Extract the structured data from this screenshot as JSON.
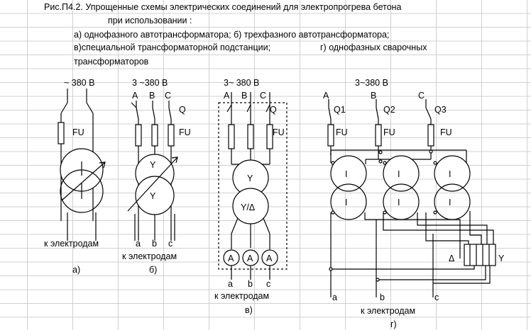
{
  "caption": {
    "line1": "Рис.П4.2. Упрощенные схемы электрических соединений для электропрогрева бетона",
    "line2": "при использовании :",
    "line3": "а) однофазного автотрансформатора;  б) трехфазного автотрансформатора;",
    "line4a": "в)специальной трансформаторной подстанции;",
    "line4b": "г) однофазных сварочных",
    "line5": "трансформаторов"
  },
  "diagrams": {
    "a": {
      "voltage": "~ 380 В",
      "fuse": "FU",
      "electrodes": "к электродам",
      "caption": "а)"
    },
    "b": {
      "voltage": "3 ~380 В",
      "phases": [
        "А",
        "В",
        "С"
      ],
      "switch": "Q",
      "fuse": "FU",
      "winding_top": "Y",
      "winding_bottom": "Y",
      "outputs": [
        "а",
        "b",
        "c"
      ],
      "electrodes": "к электродам",
      "caption": "б)"
    },
    "c": {
      "voltage": "3~ 380 В",
      "phases": [
        "А",
        "В",
        "С"
      ],
      "switch": "Q",
      "fuse": "FU",
      "winding_top": "Y",
      "winding_bottom": "Y/Δ",
      "ammeter": "А",
      "outputs": [
        "а",
        "b",
        "c"
      ],
      "electrodes": "к электродам",
      "caption": "в)"
    },
    "d": {
      "voltage": "3~380 В",
      "phases": [
        "А",
        "В",
        "С"
      ],
      "switches": [
        "Q1",
        "Q2",
        "Q3"
      ],
      "fuse": "FU",
      "winding": "I",
      "delta": "Δ",
      "star": "Y",
      "outputs": [
        "а",
        "b",
        "c"
      ],
      "electrodes": "к электродам",
      "caption": "г)"
    }
  }
}
